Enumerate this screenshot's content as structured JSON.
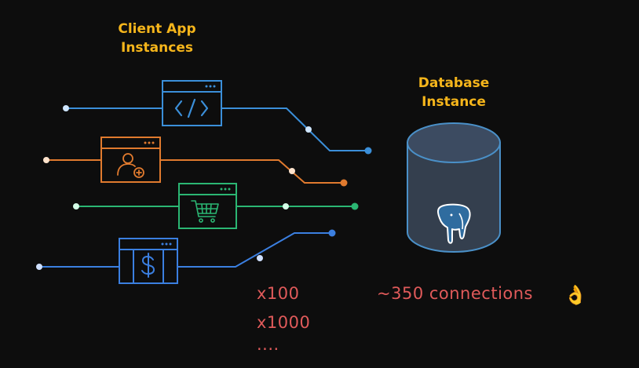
{
  "clients": {
    "title_line1": "Client App",
    "title_line2": "Instances",
    "items": [
      {
        "icon": "code-icon",
        "color": "#3b8fd9"
      },
      {
        "icon": "add-user-icon",
        "color": "#e07a2e"
      },
      {
        "icon": "shopping-cart-icon",
        "color": "#2bb673"
      },
      {
        "icon": "dollar-icon",
        "color": "#3b7fe0"
      }
    ]
  },
  "database": {
    "title_line1": "Database",
    "title_line2": "Instance",
    "icon": "postgres-elephant-icon",
    "color": "#4a90c8"
  },
  "annotations": {
    "connections": "~350 connections",
    "ok_emoji": "👌",
    "scale_1": "x100",
    "scale_2": "x1000",
    "scale_3": "...."
  },
  "colors": {
    "title": "#f5b51b",
    "annotation": "#e05a5a",
    "background": "#0d0d0d"
  }
}
